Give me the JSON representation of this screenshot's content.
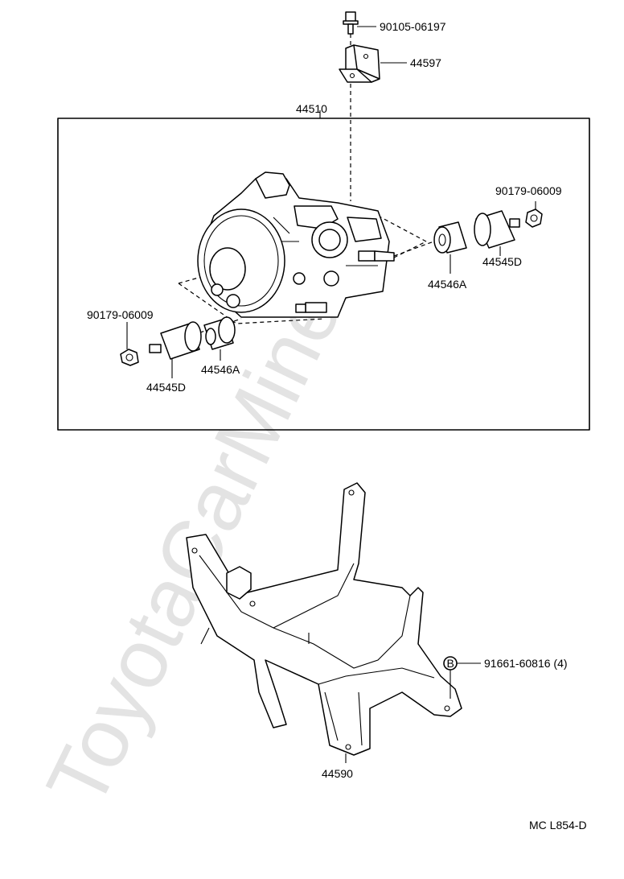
{
  "watermark": "ToyotaCarMine.ru",
  "labels": {
    "bolt_top": "90105-06197",
    "bracket_top": "44597",
    "actuator_assy": "44510",
    "nut_right": "90179-06009",
    "cushion_right": "44545D",
    "grommet_right": "44546A",
    "nut_left": "90179-06009",
    "grommet_left": "44546A",
    "cushion_left": "44545D",
    "bolt_bracket": "91661-60816 (4)",
    "bracket_main": "44590",
    "bolt_marker": "B",
    "diagram_code": "MC  L854-D"
  }
}
